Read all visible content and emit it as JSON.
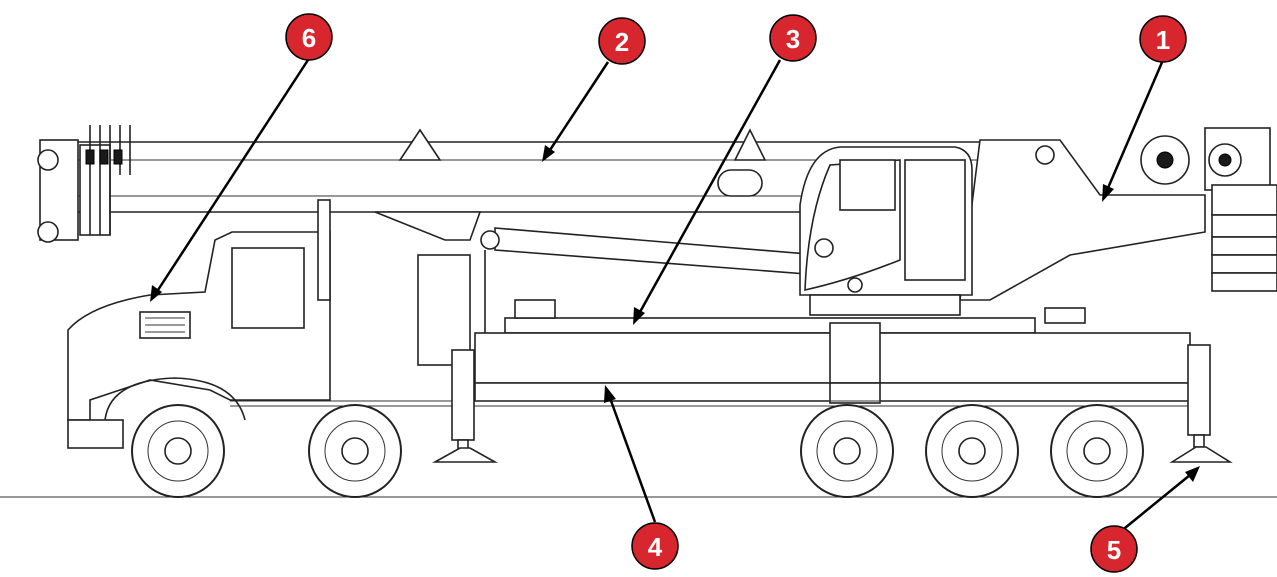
{
  "figure": {
    "description_free": true,
    "accent_color": "#d7262e"
  },
  "callouts": [
    {
      "id": "1",
      "label": "1"
    },
    {
      "id": "2",
      "label": "2"
    },
    {
      "id": "3",
      "label": "3"
    },
    {
      "id": "4",
      "label": "4"
    },
    {
      "id": "5",
      "label": "5"
    },
    {
      "id": "6",
      "label": "6"
    }
  ]
}
